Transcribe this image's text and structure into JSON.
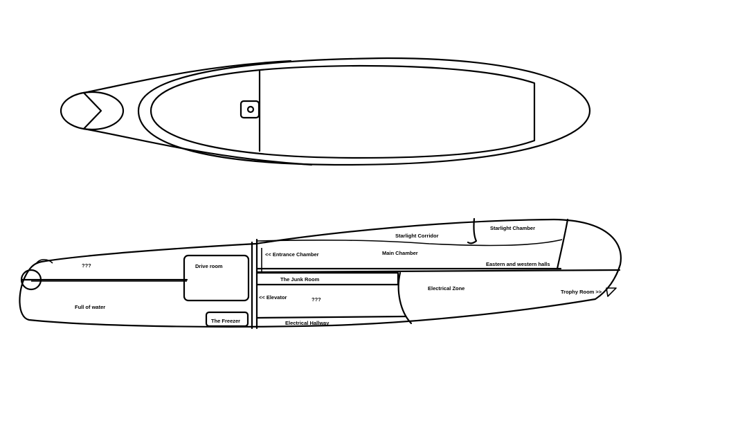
{
  "labels": {
    "unknown_front": "???",
    "full_of_water": "Full of water",
    "drive_room": "Drive room",
    "the_freezer": "The Freezer",
    "entrance_chamber": "<< Entrance Chamber",
    "the_junk_room": "The Junk Room",
    "elevator": "<< Elevator",
    "unknown_middle": "???",
    "electrical_hallway": "Electrical Hallway",
    "starlight_corridor": "Starlight Corridor",
    "starlight_chamber": "Starlight Chamber",
    "main_chamber": "Main Chamber",
    "eastern_western_halls": "Eastern and western halls",
    "electrical_zone": "Electrical Zone",
    "trophy_room": "Trophy Room >>"
  }
}
